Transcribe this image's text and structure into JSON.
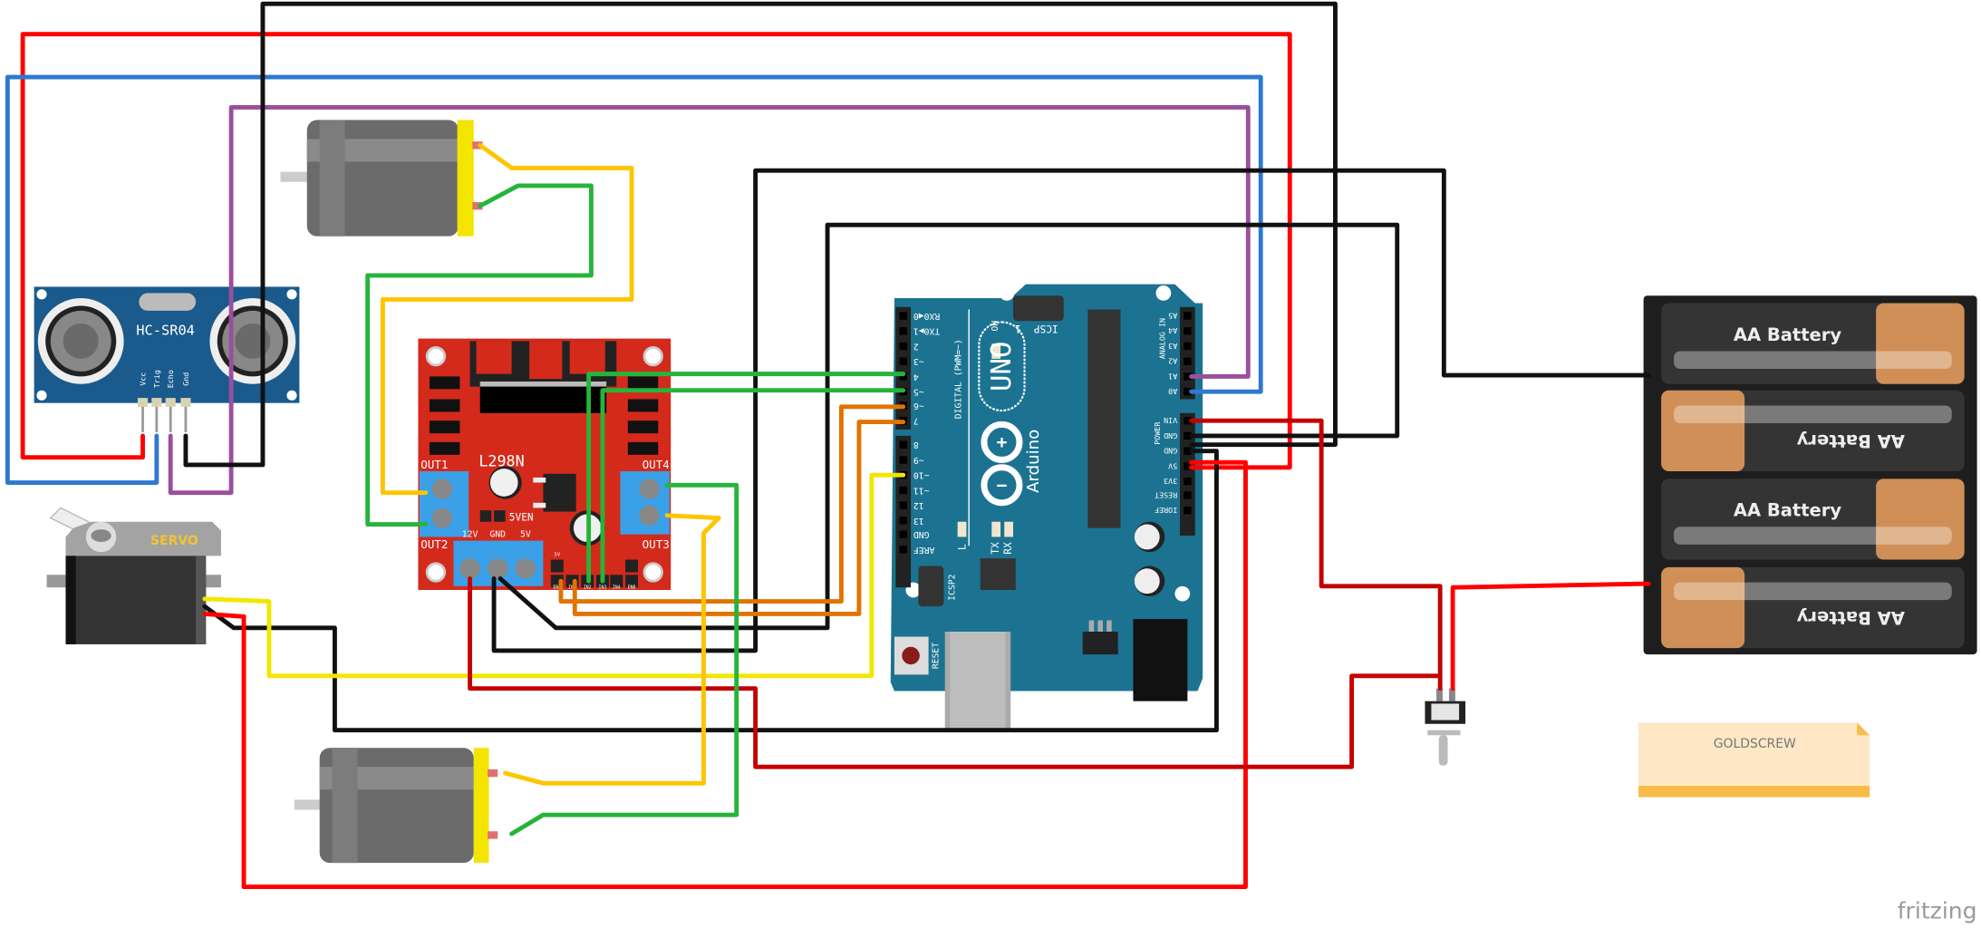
{
  "colors": {
    "wire_red": "#ff0000",
    "wire_dark_red": "#c40000",
    "wire_blue": "#2f78d0",
    "wire_purple": "#9a4f9e",
    "wire_black": "#111111",
    "wire_green": "#26b43a",
    "wire_yellow": "#f2e600",
    "wire_orange": "#e07400",
    "wire_motor_yellow": "#ffc400",
    "arduino": "#1b7391",
    "l298n": "#d42a1c",
    "sensor": "#1a5a8c",
    "terminal": "#3aa0e8"
  },
  "sensor": {
    "name": "HC-SR04",
    "pins": [
      "Vcc",
      "Trig",
      "Echo",
      "Gnd"
    ]
  },
  "servo": {
    "label": "SERVO"
  },
  "driver": {
    "name": "L298N",
    "out1": "OUT1",
    "out2": "OUT2",
    "out3": "OUT3",
    "out4": "OUT4",
    "jumper": "5VEN",
    "power_terminals": [
      "12V",
      "GND",
      "5V"
    ],
    "header_5v": "5V",
    "header_pins": [
      "ENA",
      "IN1",
      "IN2",
      "IN3",
      "IN4",
      "ENB"
    ]
  },
  "arduino": {
    "model": "UNO",
    "brand": "Arduino",
    "digital_title": "DIGITAL (PWM=~)",
    "digital_pins": [
      "RX0◀0",
      "TX0▶1",
      "2",
      "~3",
      "4",
      "~5",
      "~6",
      "7",
      "8",
      "~9",
      "~10",
      "~11",
      "12",
      "13",
      "GND",
      "AREF"
    ],
    "analog_title": "ANALOG IN",
    "analog_pins": [
      "A5",
      "A4",
      "A3",
      "A2",
      "A1",
      "A0"
    ],
    "power_title": "POWER",
    "power_pins": [
      "VIN",
      "GND",
      "GND",
      "5V",
      "3V3",
      "RESET",
      "IOREF"
    ],
    "on_label": "ON",
    "icsp_label": "ICSP",
    "icsp_pin1": "1",
    "led_l": "L",
    "led_tx": "TX",
    "led_rx": "RX",
    "icsp2_label": "ICSP2",
    "reset_label": "RESET"
  },
  "battery": {
    "cells": [
      "AA Battery",
      "AA Battery",
      "AA Battery",
      "AA Battery"
    ]
  },
  "note": {
    "text": "GOLDSCREW"
  },
  "logo": {
    "text": "fritzing"
  }
}
